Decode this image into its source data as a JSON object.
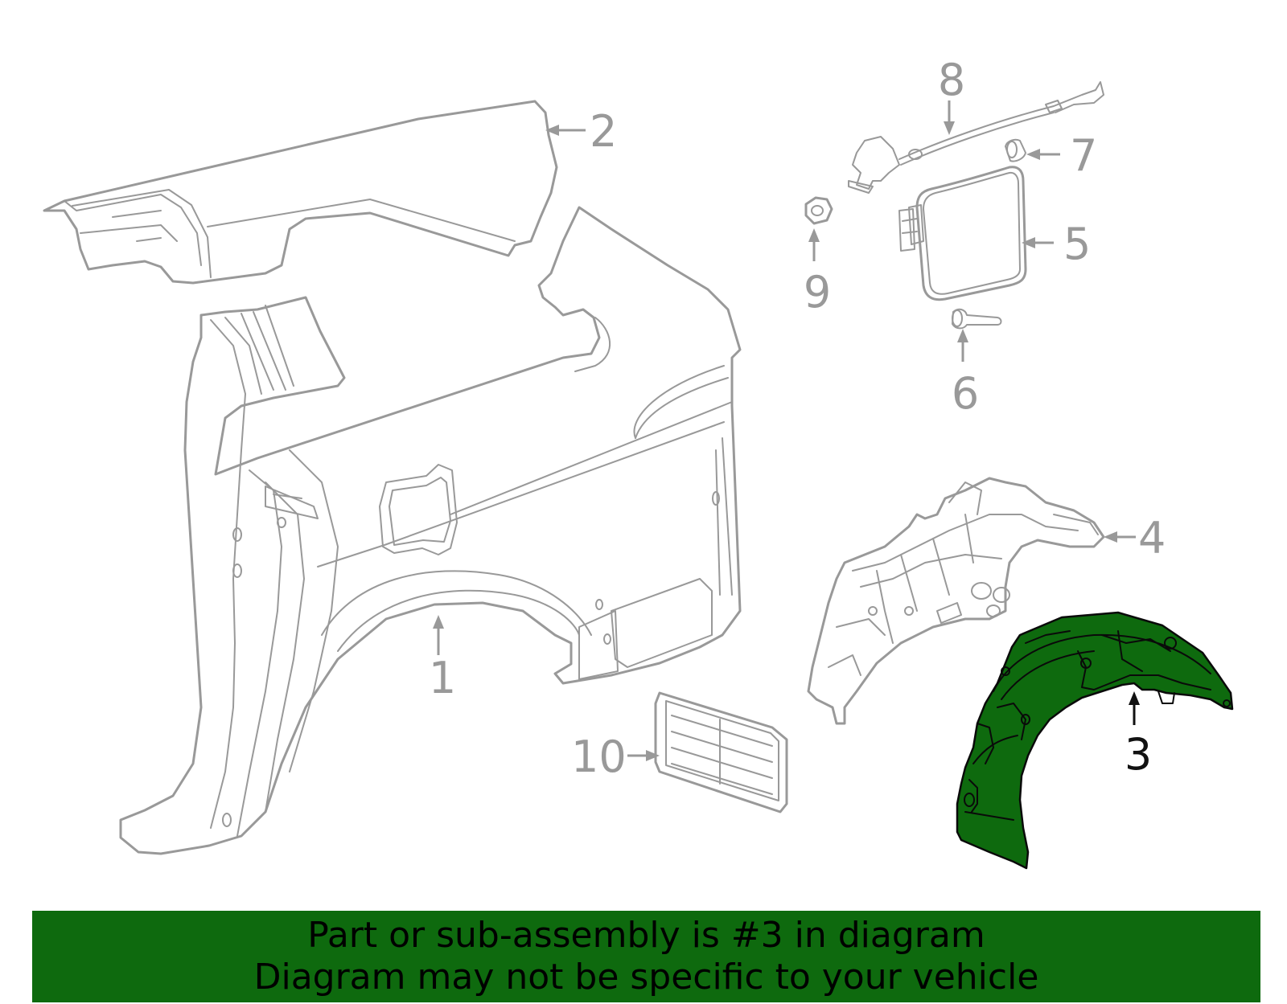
{
  "callouts": [
    {
      "id": "1",
      "label": "1"
    },
    {
      "id": "2",
      "label": "2"
    },
    {
      "id": "3",
      "label": "3",
      "highlighted": true
    },
    {
      "id": "4",
      "label": "4"
    },
    {
      "id": "5",
      "label": "5"
    },
    {
      "id": "6",
      "label": "6"
    },
    {
      "id": "7",
      "label": "7"
    },
    {
      "id": "8",
      "label": "8"
    },
    {
      "id": "9",
      "label": "9"
    },
    {
      "id": "10",
      "label": "10"
    }
  ],
  "banner": {
    "line1": "Part or sub-assembly is #3 in diagram",
    "line2": "Diagram may not be specific to your vehicle"
  },
  "colors": {
    "highlight_green": "#0e6a0e",
    "line_gray": "#999999",
    "text_dark": "#111111"
  }
}
